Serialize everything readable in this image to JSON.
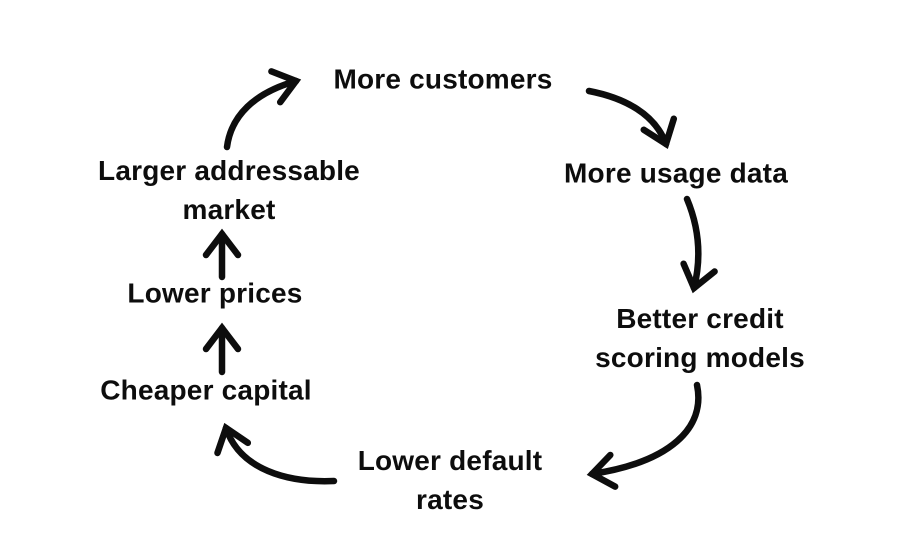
{
  "diagram": {
    "kind": "cycle-flywheel",
    "colors": {
      "ink": "#0d0d0d",
      "background": "#ffffff"
    },
    "nodes": [
      {
        "id": "more-customers",
        "label": "More customers"
      },
      {
        "id": "more-usage-data",
        "label": "More usage data"
      },
      {
        "id": "better-credit-scoring-models",
        "label": "Better credit scoring models"
      },
      {
        "id": "lower-default-rates",
        "label": "Lower default rates"
      },
      {
        "id": "cheaper-capital",
        "label": "Cheaper capital"
      },
      {
        "id": "lower-prices",
        "label": "Lower prices"
      },
      {
        "id": "larger-addressable-market",
        "label": "Larger addressable market"
      }
    ],
    "edges": [
      {
        "from": "more-customers",
        "to": "more-usage-data"
      },
      {
        "from": "more-usage-data",
        "to": "better-credit-scoring-models"
      },
      {
        "from": "better-credit-scoring-models",
        "to": "lower-default-rates"
      },
      {
        "from": "lower-default-rates",
        "to": "cheaper-capital"
      },
      {
        "from": "cheaper-capital",
        "to": "lower-prices"
      },
      {
        "from": "lower-prices",
        "to": "larger-addressable-market"
      },
      {
        "from": "larger-addressable-market",
        "to": "more-customers"
      }
    ]
  }
}
